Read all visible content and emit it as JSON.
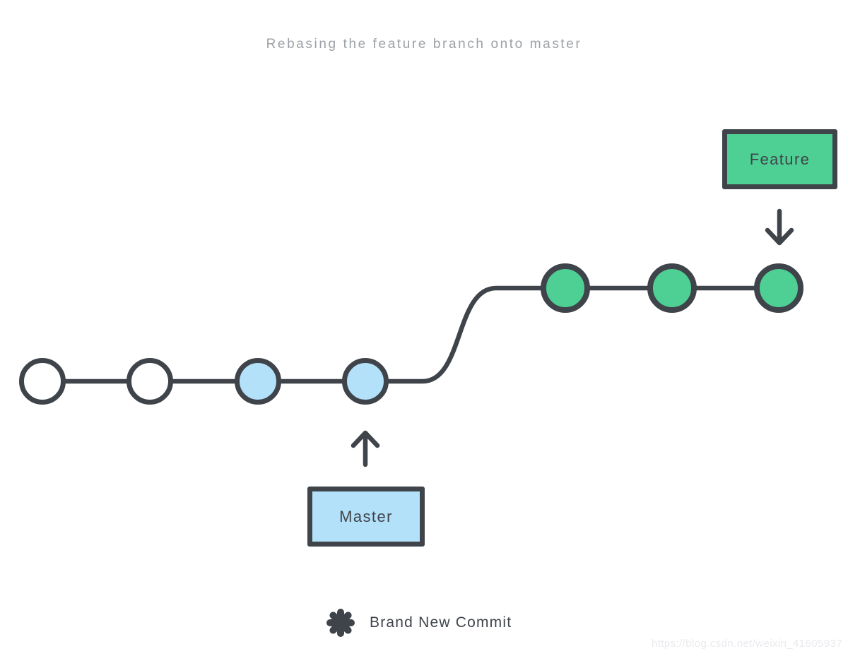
{
  "title": "Rebasing the feature branch onto master",
  "colors": {
    "dark": "#3F444A",
    "green": "#4ED094",
    "blue": "#B3E1FA",
    "title-gray": "#9CA1A6",
    "watermark": "#E9EAED",
    "bg": "#FFFFFF"
  },
  "labels": {
    "feature": "Feature",
    "master": "Master"
  },
  "legend": {
    "icon": "asterisk-icon",
    "label": "Brand New Commit"
  },
  "watermark_text": "https://blog.csdn.net/weixin_41605937",
  "diagram": {
    "type": "git-graph",
    "master_branch": {
      "label": "Master",
      "color": "#B3E1FA",
      "commits": [
        {
          "fill": "white"
        },
        {
          "fill": "white"
        },
        {
          "fill": "#B3E1FA"
        },
        {
          "fill": "#B3E1FA",
          "pointed_by": "Master"
        }
      ]
    },
    "feature_branch": {
      "label": "Feature",
      "color": "#4ED094",
      "rebased_onto": "Master",
      "commits": [
        {
          "fill": "#4ED094",
          "icon": "asterisk-icon",
          "meaning": "Brand New Commit"
        },
        {
          "fill": "#4ED094",
          "icon": "asterisk-icon",
          "meaning": "Brand New Commit"
        },
        {
          "fill": "#4ED094",
          "icon": "asterisk-icon",
          "meaning": "Brand New Commit",
          "pointed_by": "Feature"
        }
      ]
    }
  }
}
